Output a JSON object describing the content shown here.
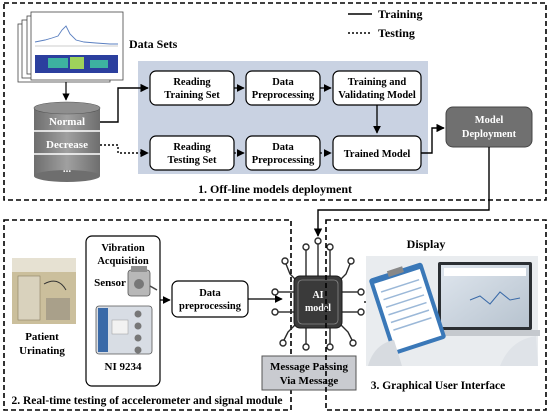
{
  "legend": {
    "training": "Training",
    "testing": "Testing"
  },
  "datasets": {
    "label": "Data Sets"
  },
  "db": {
    "items": [
      "Normal",
      "Decrease",
      "..."
    ]
  },
  "offline": {
    "caption": "1. Off-line models deployment",
    "training_row": [
      "Reading Training Set",
      "Data Preprocessing",
      "Training  and Validating Model"
    ],
    "testing_row": [
      "Reading Testing Set",
      "Data Preprocessing",
      "Trained Model"
    ]
  },
  "model_deployment": "Model Deployment",
  "realtime": {
    "caption": "2. Real-time testing of accelerometer and signal module",
    "patient": "Patient Urinating",
    "vibration": "Vibration Acquisition",
    "sensor": "Sensor",
    "ni": "NI 9234",
    "preprocessing": "Data preprocessing"
  },
  "ai": {
    "label": "AI model"
  },
  "message": "Message Passing Via Message",
  "gui": {
    "title": "Display",
    "caption": "3. Graphical User Interface"
  },
  "colors": {
    "panel": "#c9d2e2",
    "deploy": "#707070",
    "db": "#8a8a8a",
    "chip": "#3a3a3a"
  }
}
